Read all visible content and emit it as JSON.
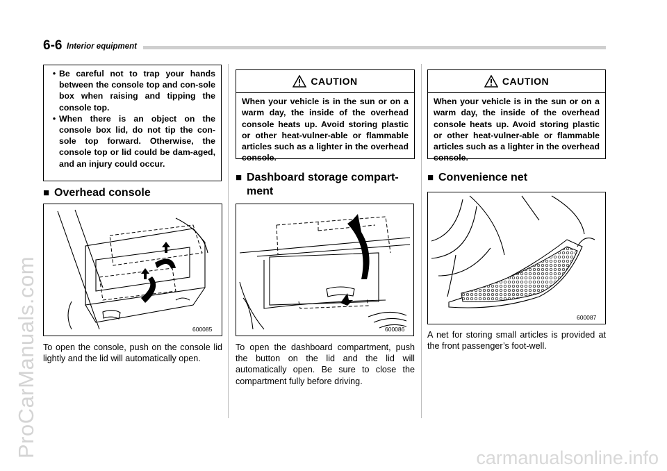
{
  "header": {
    "page_number": "6-6",
    "section": "Interior equipment"
  },
  "left_column": {
    "bullets": [
      "Be careful not to trap your hands between the console top and con-sole box when raising and tipping the console top.",
      "When there is an object on the console box lid, do not tip the con-sole top forward. Otherwise, the console top or lid could be dam-aged, and an injury could occur."
    ],
    "heading": "Overhead console",
    "figure_code": "600085",
    "body": "To open the console, push on the console lid lightly and the lid will automatically open."
  },
  "middle_column": {
    "caution_label": "CAUTION",
    "caution_text": "When your vehicle is in the sun or on a warm day, the inside of the overhead console heats up. Avoid storing plastic or other heat-vulner-able or flammable articles such as a lighter in the overhead console.",
    "heading": "Dashboard storage compart-ment",
    "figure_code": "600086",
    "body": "To open the dashboard compartment, push the button on the lid and the lid will automatically open. Be sure to close the compartment fully before driving."
  },
  "right_column": {
    "caution_label": "CAUTION",
    "caution_text": "When your vehicle is in the sun or on a warm day, the inside of the overhead console heats up. Avoid storing plastic or other heat-vulner-able or flammable articles such as a lighter in the overhead console.",
    "heading": "Convenience net",
    "figure_code": "600087",
    "body": "A net for storing small articles is provided at the front passenger’s foot-well."
  },
  "watermarks": {
    "left": "ProCarManuals.com",
    "bottom": "carmanualsonline.info"
  },
  "symbols": {
    "bullet": "•",
    "heading_marker": "■",
    "warning_icon": "warning-triangle"
  },
  "colors": {
    "header_rule": "#cfcfcf",
    "watermark": "#d4d4d4"
  }
}
